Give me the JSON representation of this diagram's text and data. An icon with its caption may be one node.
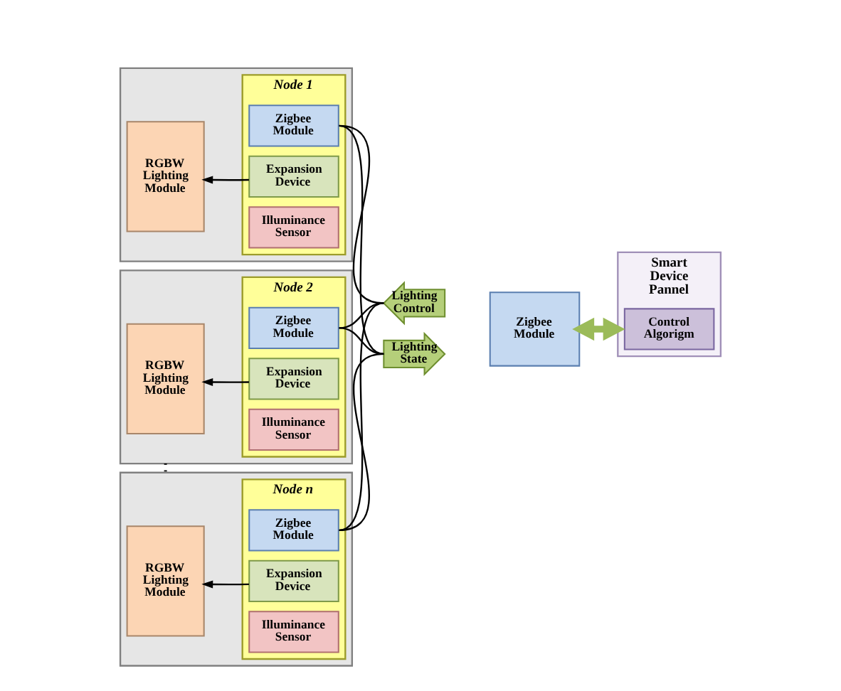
{
  "diagram": {
    "nodes": [
      {
        "text": [],
        "shape": "box"
      },
      {
        "text": [
          "RGBW Lighting Module"
        ],
        "in": 0
      },
      {
        "text": [
          "Node 1"
        ],
        "in": 0
      },
      {
        "text": [
          "Zigbee Module"
        ],
        "in": 2
      },
      {
        "text": [
          "Expansion Device"
        ],
        "in": 2
      },
      {
        "text": [
          "Illuminance Sensor"
        ],
        "in": 2
      },
      {
        "text": [],
        "shape": "box"
      },
      {
        "text": [
          "RGBW Lighting Module"
        ],
        "in": 6
      },
      {
        "text": [
          "Node 2"
        ],
        "in": 6
      },
      {
        "text": [
          "Zigbee Module"
        ],
        "in": 8
      },
      {
        "text": [
          "Expansion Device"
        ],
        "in": 8
      },
      {
        "text": [
          "Illuminance Sensor"
        ],
        "in": 8
      },
      {
        "text": [],
        "shape": "box"
      },
      {
        "text": [
          "RGBW Lighting Module"
        ],
        "in": 12
      },
      {
        "text": [
          "Node n"
        ],
        "in": 12
      },
      {
        "text": [
          "Zigbee Module"
        ],
        "in": 14
      },
      {
        "text": [
          "Expansion Device"
        ],
        "in": 14
      },
      {
        "text": [
          "Illuminance Sensor"
        ],
        "in": 14
      },
      {
        "text": [
          "Lighting Control"
        ]
      },
      {
        "text": [
          "Lighting State"
        ]
      },
      {
        "text": [
          "Zigbee Module"
        ]
      },
      {
        "text": [
          "Smart Device Pannel"
        ]
      },
      {
        "text": [
          "Control Algorigm"
        ],
        "in": 21
      }
    ],
    "edges": [
      {
        "from": 4,
        "to": 1,
        "arrow": "to"
      },
      {
        "from": 3,
        "to": 18,
        "arrow": "none"
      },
      {
        "from": 3,
        "to": 19,
        "arrow": "none"
      },
      {
        "from": 10,
        "to": 7,
        "arrow": "to"
      },
      {
        "from": 9,
        "to": 18,
        "arrow": "none"
      },
      {
        "from": 9,
        "to": 19,
        "arrow": "none"
      },
      {
        "from": 6,
        "to": 12,
        "arrow": "none",
        "style": "dashed"
      },
      {
        "from": 16,
        "to": 13,
        "arrow": "to"
      },
      {
        "from": 15,
        "to": 18,
        "arrow": "none"
      },
      {
        "from": 15,
        "to": 19,
        "arrow": "none"
      },
      {
        "from": 20,
        "to": 21,
        "arrow": "both",
        "style": "thick",
        "color": "#9bbb59"
      }
    ]
  }
}
